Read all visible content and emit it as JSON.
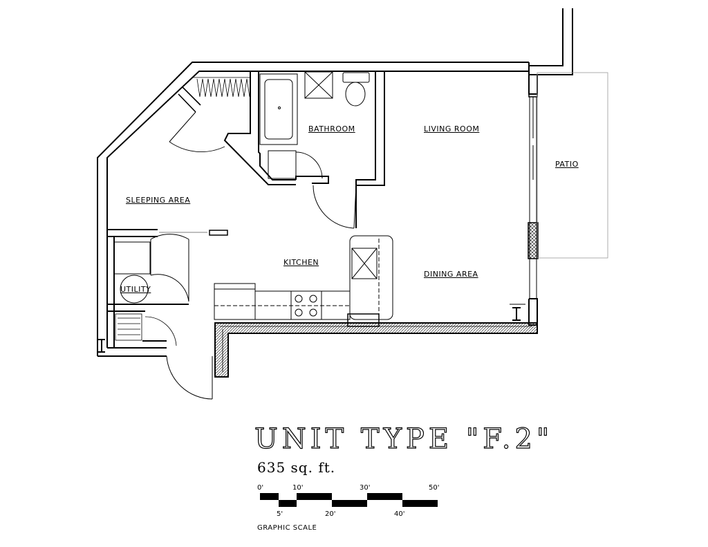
{
  "rooms": {
    "bathroom": "BATHROOM",
    "living_room": "LIVING ROOM",
    "patio": "PATIO",
    "sleeping_area": "SLEEPING AREA",
    "kitchen": "KITCHEN",
    "dining_area": "DINING AREA",
    "utility": "UTILITY"
  },
  "title": "UNIT TYPE \"F.2\"",
  "area": "635 sq. ft.",
  "scale": {
    "top_ticks": [
      "0'",
      "10'",
      "30'",
      "50'"
    ],
    "bottom_ticks": [
      "5'",
      "20'",
      "40'"
    ],
    "caption": "GRAPHIC SCALE"
  }
}
